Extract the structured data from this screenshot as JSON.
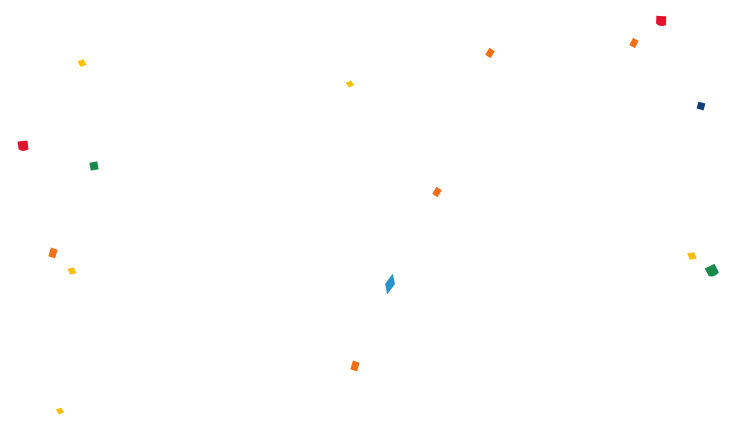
{
  "scene": {
    "background": "#ffffff"
  },
  "palette": {
    "yellow": "#fbbf0c",
    "orange": "#f26f16",
    "red": "#e3112b",
    "green": "#178a4c",
    "navy": "#0f3f7a",
    "blue": "#2a92c9"
  },
  "confetti": [
    {
      "color": "yellow",
      "shape": "diamond"
    },
    {
      "color": "yellow",
      "shape": "diamond"
    },
    {
      "color": "orange",
      "shape": "parallelogram"
    },
    {
      "color": "orange",
      "shape": "parallelogram"
    },
    {
      "color": "red",
      "shape": "curl"
    },
    {
      "color": "red",
      "shape": "curl"
    },
    {
      "color": "navy",
      "shape": "square"
    },
    {
      "color": "green",
      "shape": "square"
    },
    {
      "color": "orange",
      "shape": "parallelogram"
    },
    {
      "color": "orange",
      "shape": "parallelogram"
    },
    {
      "color": "yellow",
      "shape": "diamond"
    },
    {
      "color": "blue",
      "shape": "kite"
    },
    {
      "color": "yellow",
      "shape": "diamond"
    },
    {
      "color": "green",
      "shape": "curl"
    },
    {
      "color": "orange",
      "shape": "parallelogram"
    },
    {
      "color": "yellow",
      "shape": "diamond"
    }
  ]
}
